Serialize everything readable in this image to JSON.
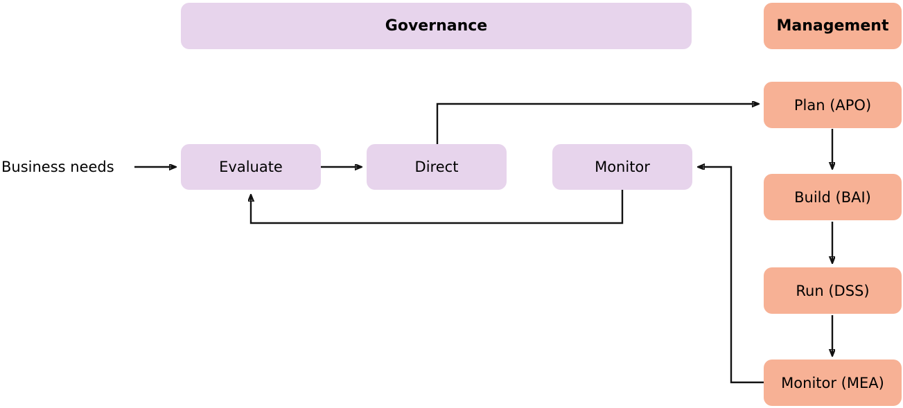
{
  "diagram": {
    "title_hidden": "",
    "colors": {
      "governance_fill": "#e7d4ec",
      "management_fill": "#f7b195",
      "edge_stroke": "#111111",
      "text": "#000000",
      "background": "#ffffff"
    },
    "headers": {
      "governance": "Governance",
      "management": "Management"
    },
    "input_label": "Business needs",
    "governance_nodes": [
      {
        "id": "evaluate",
        "label": "Evaluate"
      },
      {
        "id": "direct",
        "label": "Direct"
      },
      {
        "id": "monitor",
        "label": "Monitor"
      }
    ],
    "management_nodes": [
      {
        "id": "plan",
        "label": "Plan (APO)"
      },
      {
        "id": "build",
        "label": "Build (BAI)"
      },
      {
        "id": "run",
        "label": "Run (DSS)"
      },
      {
        "id": "monitor_mea",
        "label": "Monitor (MEA)"
      }
    ],
    "edges": [
      {
        "id": "business-to-evaluate",
        "from": "Business needs",
        "to": "Evaluate"
      },
      {
        "id": "evaluate-to-direct",
        "from": "Evaluate",
        "to": "Direct"
      },
      {
        "id": "direct-to-plan",
        "from": "Direct",
        "to": "Plan (APO)"
      },
      {
        "id": "plan-to-build",
        "from": "Plan (APO)",
        "to": "Build (BAI)"
      },
      {
        "id": "build-to-run",
        "from": "Build (BAI)",
        "to": "Run (DSS)"
      },
      {
        "id": "run-to-monitor-mea",
        "from": "Run (DSS)",
        "to": "Monitor (MEA)"
      },
      {
        "id": "monitor-mea-to-monitor",
        "from": "Monitor (MEA)",
        "to": "Monitor"
      },
      {
        "id": "monitor-to-evaluate",
        "from": "Monitor",
        "to": "Evaluate"
      }
    ]
  }
}
